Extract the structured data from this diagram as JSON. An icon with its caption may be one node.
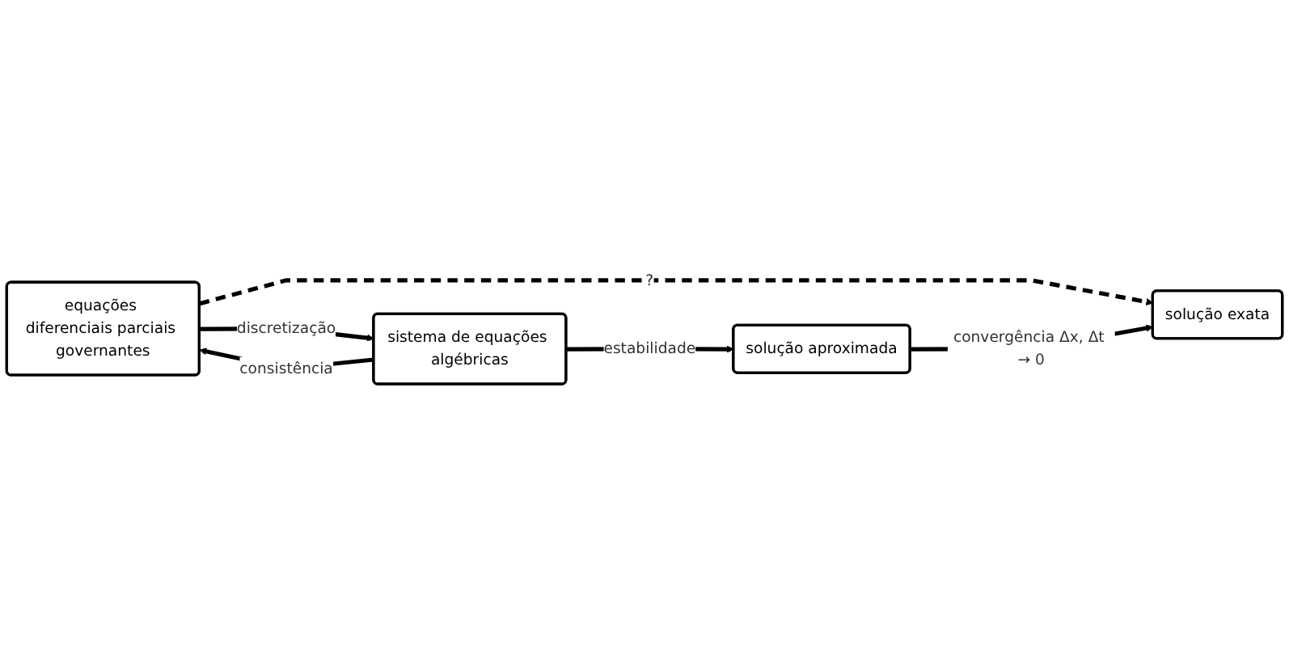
{
  "diagram": {
    "nodes": [
      {
        "text": [
          "equações diferenciais parciais governantes"
        ]
      },
      {
        "text": [
          "sistema de equações algébricas"
        ]
      },
      {
        "text": [
          "solução exata"
        ]
      },
      {
        "text": [
          "solução aproximada"
        ]
      }
    ],
    "edges": [
      {
        "from": 0,
        "to": 1,
        "arrow": "to",
        "label": "discretização"
      },
      {
        "from": 1,
        "to": 0,
        "arrow": "to",
        "label": "consistência"
      },
      {
        "from": 0,
        "to": 2,
        "arrow": "to",
        "label": "?",
        "style": "dashed"
      },
      {
        "from": 1,
        "to": 3,
        "arrow": "to",
        "label": "estabilidade"
      },
      {
        "from": 3,
        "to": 2,
        "arrow": "to",
        "label": "convergência Δx, Δt → 0"
      }
    ]
  }
}
